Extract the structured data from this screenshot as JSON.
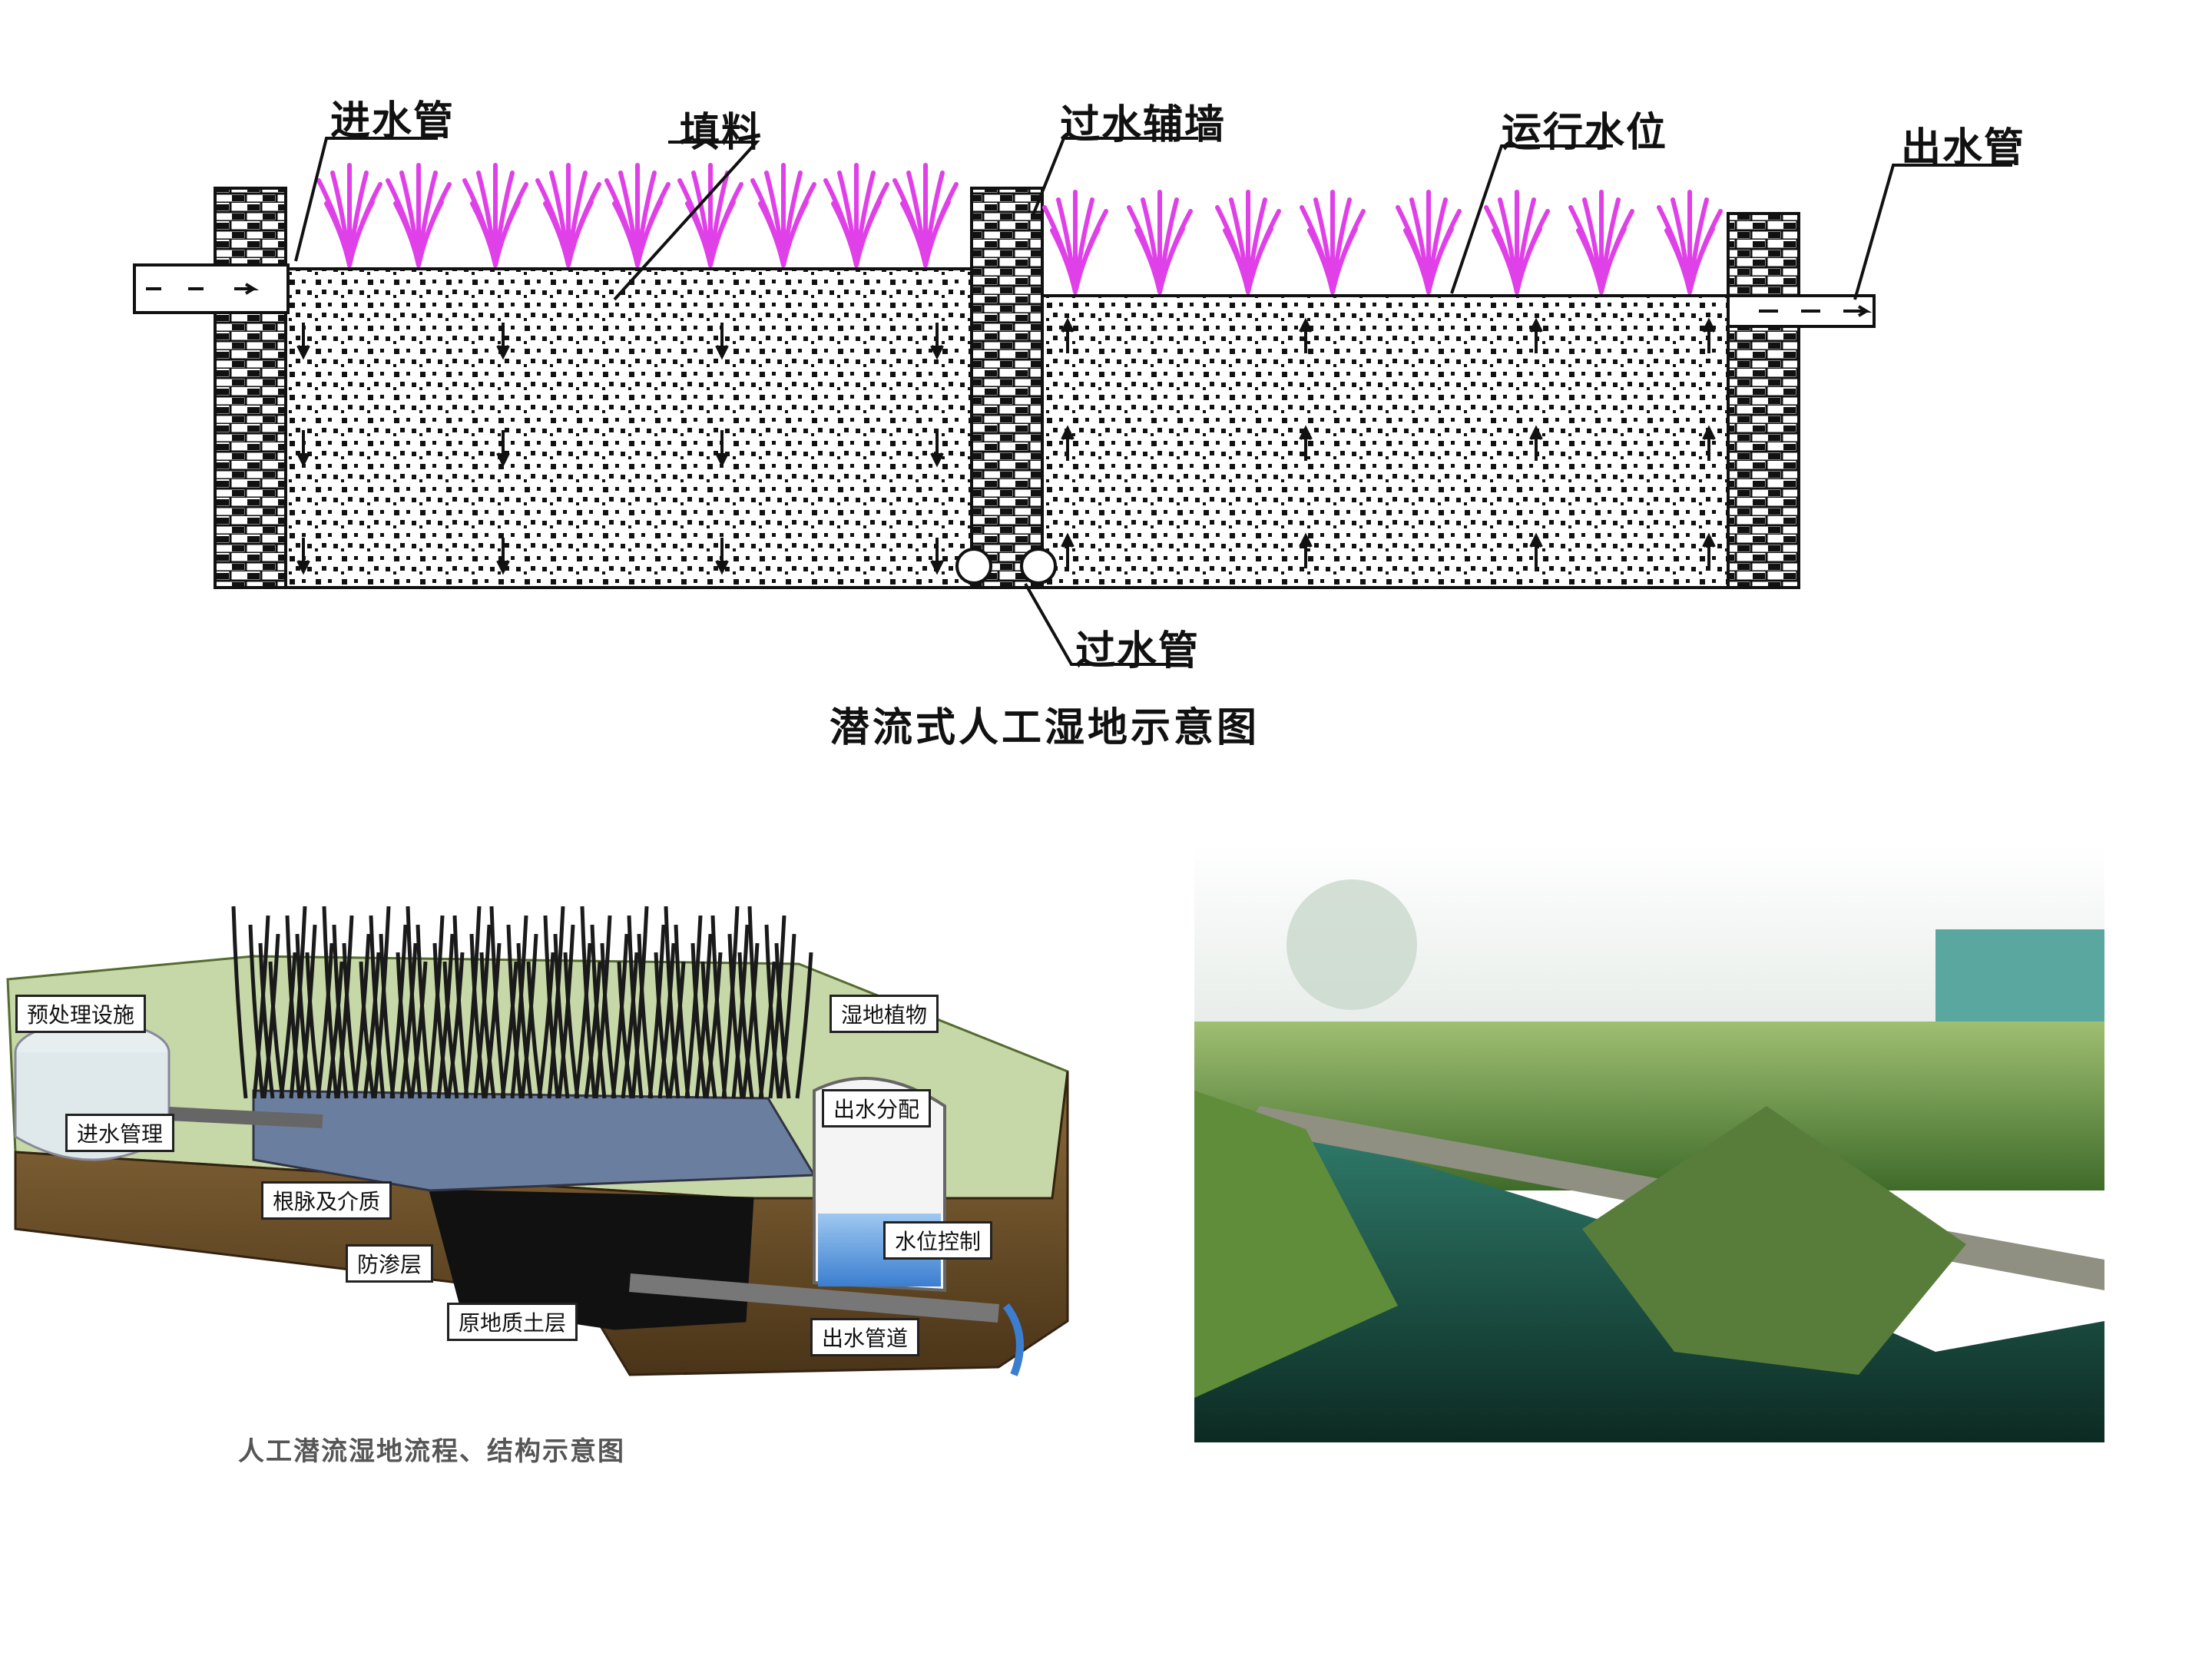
{
  "top_diagram": {
    "labels": {
      "inlet_pipe": "进水管",
      "filler": "填料",
      "baffle_wall": "过水辅墙",
      "water_level": "运行水位",
      "outlet_pipe": "出水管",
      "pass_pipe": "过水管"
    },
    "caption": "潜流式人工湿地示意图",
    "colors": {
      "plant": "#e040e8",
      "line": "#111111"
    }
  },
  "bottom_diagram": {
    "labels": {
      "pretreatment": "预处理设施",
      "wetland_plants": "湿地植物",
      "inlet_manage": "进水管理",
      "outlet_distribution": "出水分配",
      "rhizome_media": "根脉及介质",
      "water_level_control": "水位控制",
      "seepage_layer": "防渗层",
      "native_soil": "原地质土层",
      "outlet_channel": "出水管道"
    },
    "caption": "人工潜流湿地流程、结构示意图"
  }
}
